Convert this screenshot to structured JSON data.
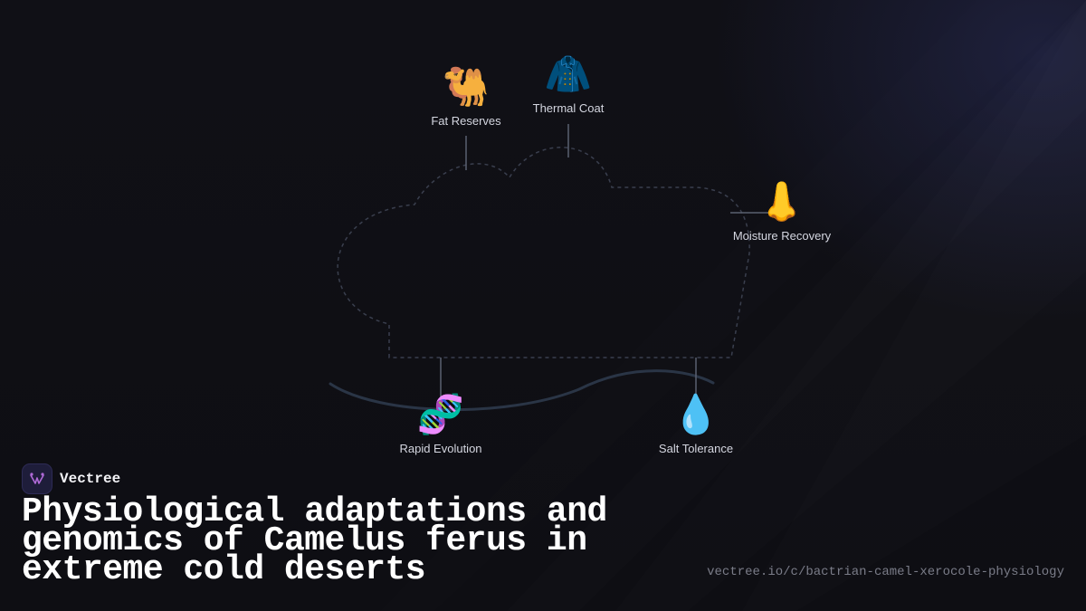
{
  "diagram": {
    "nodes": [
      {
        "id": "fat-reserves",
        "label": "Fat Reserves",
        "icon": "camel-icon",
        "glyph": "🐫"
      },
      {
        "id": "thermal-coat",
        "label": "Thermal Coat",
        "icon": "coat-icon",
        "glyph": "🧥"
      },
      {
        "id": "moisture-recovery",
        "label": "Moisture Recovery",
        "icon": "nose-icon",
        "glyph": "👃"
      },
      {
        "id": "rapid-evolution",
        "label": "Rapid Evolution",
        "icon": "dna-icon",
        "glyph": "🧬"
      },
      {
        "id": "salt-tolerance",
        "label": "Salt Tolerance",
        "icon": "droplet-icon",
        "glyph": "💧"
      }
    ]
  },
  "brand": {
    "name": "Vectree"
  },
  "title": "Physiological adaptations and genomics of Camelus ferus in extreme cold deserts",
  "url": "vectree.io/c/bactrian-camel-xerocole-physiology",
  "colors": {
    "background": "#0f0f14",
    "outline": "#3a3f4e",
    "connector": "#5a6070",
    "label": "#d4d6e0",
    "brand_accent": "#b06ad8"
  }
}
